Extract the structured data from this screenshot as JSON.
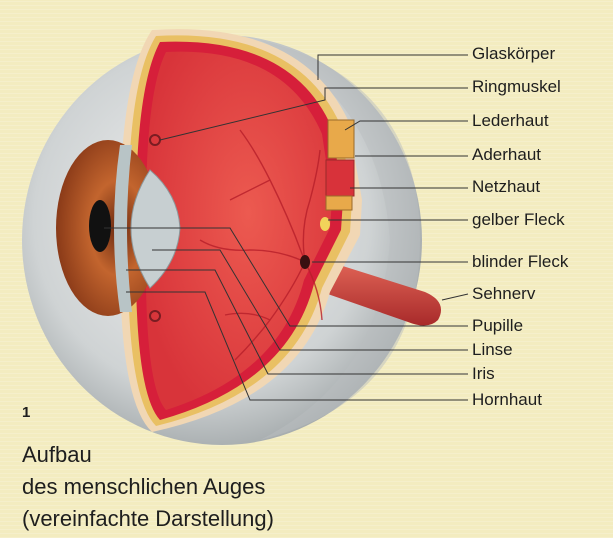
{
  "labels": [
    "Glaskörper",
    "Ringmuskel",
    "Lederhaut",
    "Aderhaut",
    "Netzhaut",
    "gelber Fleck",
    "blinder Fleck",
    "Sehnerv",
    "Pupille",
    "Linse",
    "Iris",
    "Hornhaut"
  ],
  "figure_number": "1",
  "caption": {
    "line1": "Aufbau",
    "line2": "des menschlichen Auges",
    "line3": "(vereinfachte Darstellung)"
  },
  "colors": {
    "background": "#f3ecc0",
    "vitreous": "#e3413f",
    "retina_band": "#d61f3a",
    "choroid": "#f1d7b4",
    "sclera": "#dcdcdc",
    "iris": "#b85a2a",
    "lens": "#b8c4c6",
    "optic_nerve": "#c93a3a",
    "yellow_spot": "#f2c94c",
    "leader_line": "#333333"
  }
}
